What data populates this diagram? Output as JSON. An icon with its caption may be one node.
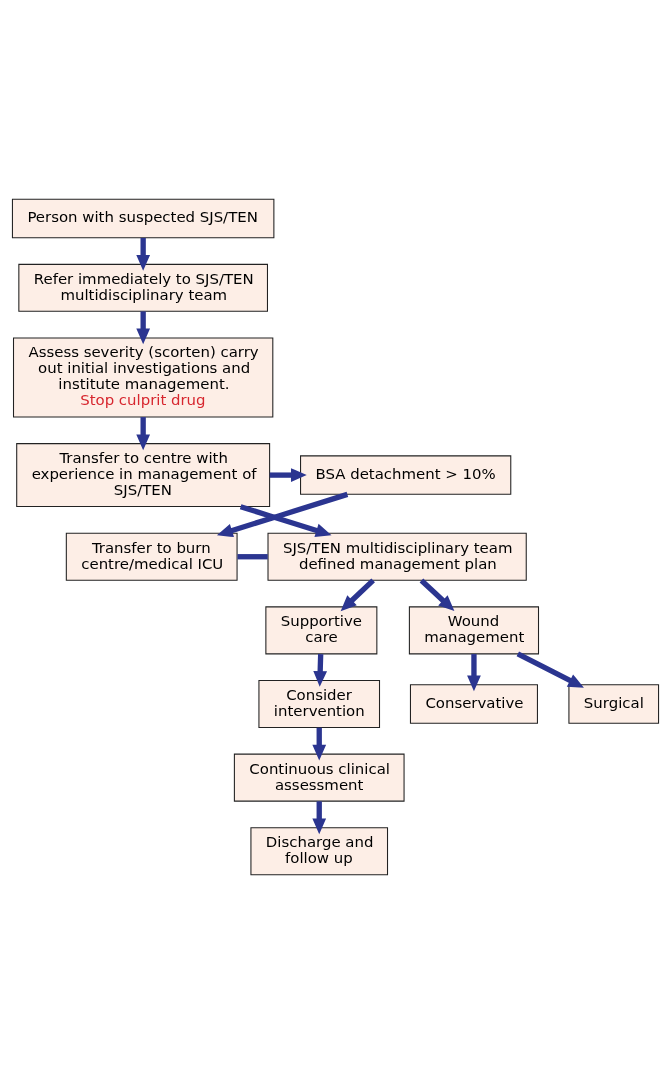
{
  "diagram": {
    "nodes": [
      {
        "text": [
          "Person with suspected SJS/TEN"
        ]
      },
      {
        "text": [
          "Refer immediately to SJS/TEN multidisciplinary team"
        ]
      },
      {
        "text": [
          "Assess severity (scorten) carry out initial investigations and institute management.",
          "Stop culprit drug"
        ]
      },
      {
        "text": [
          "Transfer to centre with experience in management of SJS/TEN"
        ]
      },
      {
        "text": [
          "BSA detachment > 10%"
        ]
      },
      {
        "text": [
          "SJS/TEN multidisciplinary team defined management plan"
        ]
      },
      {
        "text": [
          "Transfer to burn centre/medical ICU"
        ]
      },
      {
        "text": [
          "Supportive care"
        ]
      },
      {
        "text": [
          "Wound management"
        ]
      },
      {
        "text": [
          "Consider intervention"
        ]
      },
      {
        "text": [
          "Surgical"
        ]
      },
      {
        "text": [
          "Conservative"
        ]
      },
      {
        "text": [
          "Continuous clinical assessment"
        ]
      },
      {
        "text": [
          "Discharge and follow up"
        ]
      }
    ],
    "edges": [
      {
        "from": 0,
        "to": 1,
        "arrow": "to"
      },
      {
        "from": 1,
        "to": 2,
        "arrow": "to"
      },
      {
        "from": 2,
        "to": 3,
        "arrow": "to"
      },
      {
        "from": 3,
        "to": 4,
        "arrow": "to"
      },
      {
        "from": 3,
        "to": 5,
        "arrow": "to"
      },
      {
        "from": 4,
        "to": 6,
        "arrow": "to"
      },
      {
        "from": 6,
        "to": 5,
        "arrow": "none"
      },
      {
        "from": 5,
        "to": 7,
        "arrow": "to"
      },
      {
        "from": 5,
        "to": 8,
        "arrow": "to"
      },
      {
        "from": 7,
        "to": 9,
        "arrow": "to"
      },
      {
        "from": 8,
        "to": 10,
        "arrow": "to"
      },
      {
        "from": 8,
        "to": 11,
        "arrow": "to"
      },
      {
        "from": 9,
        "to": 12,
        "arrow": "to"
      },
      {
        "from": 12,
        "to": 13,
        "arrow": "to"
      }
    ]
  }
}
